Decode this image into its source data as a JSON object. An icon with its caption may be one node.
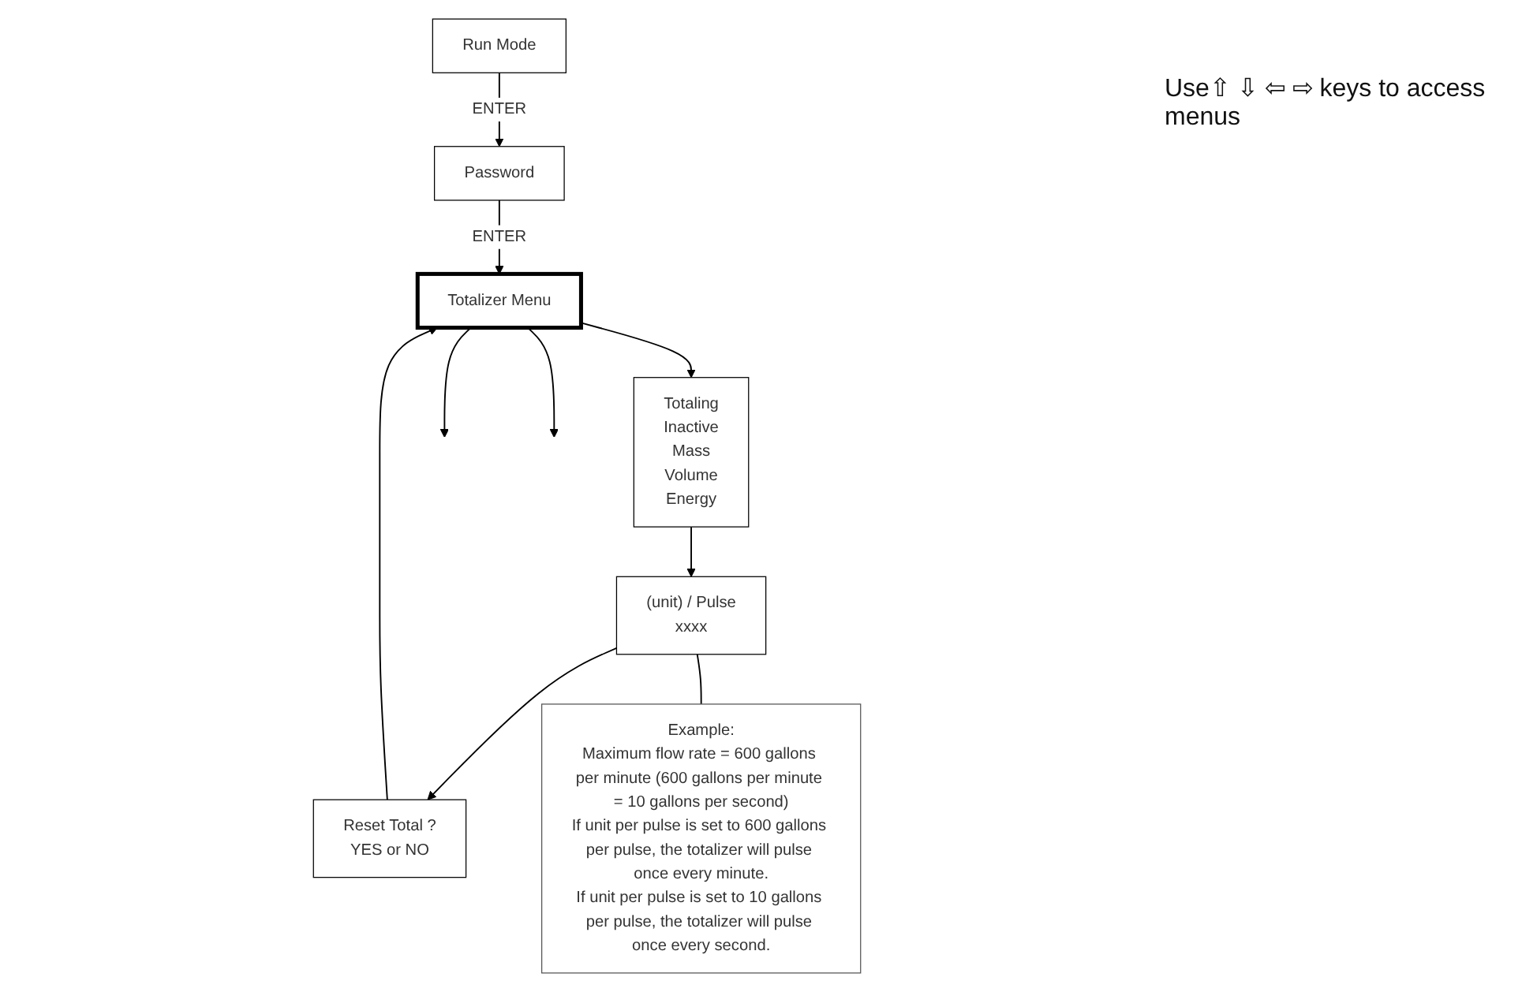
{
  "diagram": {
    "nodes": [
      {
        "text": [
          "Run Mode"
        ]
      },
      {
        "text": [
          "Password"
        ]
      },
      {
        "text": [
          "Totalizer Menu"
        ]
      },
      {
        "text": [
          "Totaling",
          "Inactive",
          "Mass",
          "Volume",
          "Energy"
        ]
      },
      {
        "text": [
          "(unit) / Pulse",
          "xxxx"
        ]
      },
      {
        "text": [
          "Reset Total ?",
          "YES or NO"
        ]
      },
      {
        "text": [
          "Example:",
          "Maximum flow rate = 600 gallons per minute (600 gallons per minute = 10 gallons per second)",
          "If unit per pulse is set to 600 gallons per pulse, the totalizer will pulse once every minute.",
          "If unit per pulse is set to 10 gallons per pulse, the totalizer will pulse once every second."
        ]
      }
    ],
    "edges": [
      {
        "from": 0,
        "to": 1,
        "arrow": "to",
        "label": "ENTER"
      },
      {
        "from": 1,
        "to": 2,
        "arrow": "to",
        "label": "ENTER"
      },
      {
        "from": 2,
        "to": null,
        "arrow": "to"
      },
      {
        "from": 2,
        "to": null,
        "arrow": "to"
      },
      {
        "from": 2,
        "to": 3,
        "arrow": "to"
      },
      {
        "from": 3,
        "to": 4,
        "arrow": "to"
      },
      {
        "from": 4,
        "to": 5,
        "arrow": "to"
      },
      {
        "from": 5,
        "to": 2,
        "arrow": "to"
      },
      {
        "from": 4,
        "to": 6,
        "arrow": "none"
      }
    ],
    "labels": [
      "Use⇧ ⇩ ⇦ ⇨ keys to access menus"
    ]
  }
}
